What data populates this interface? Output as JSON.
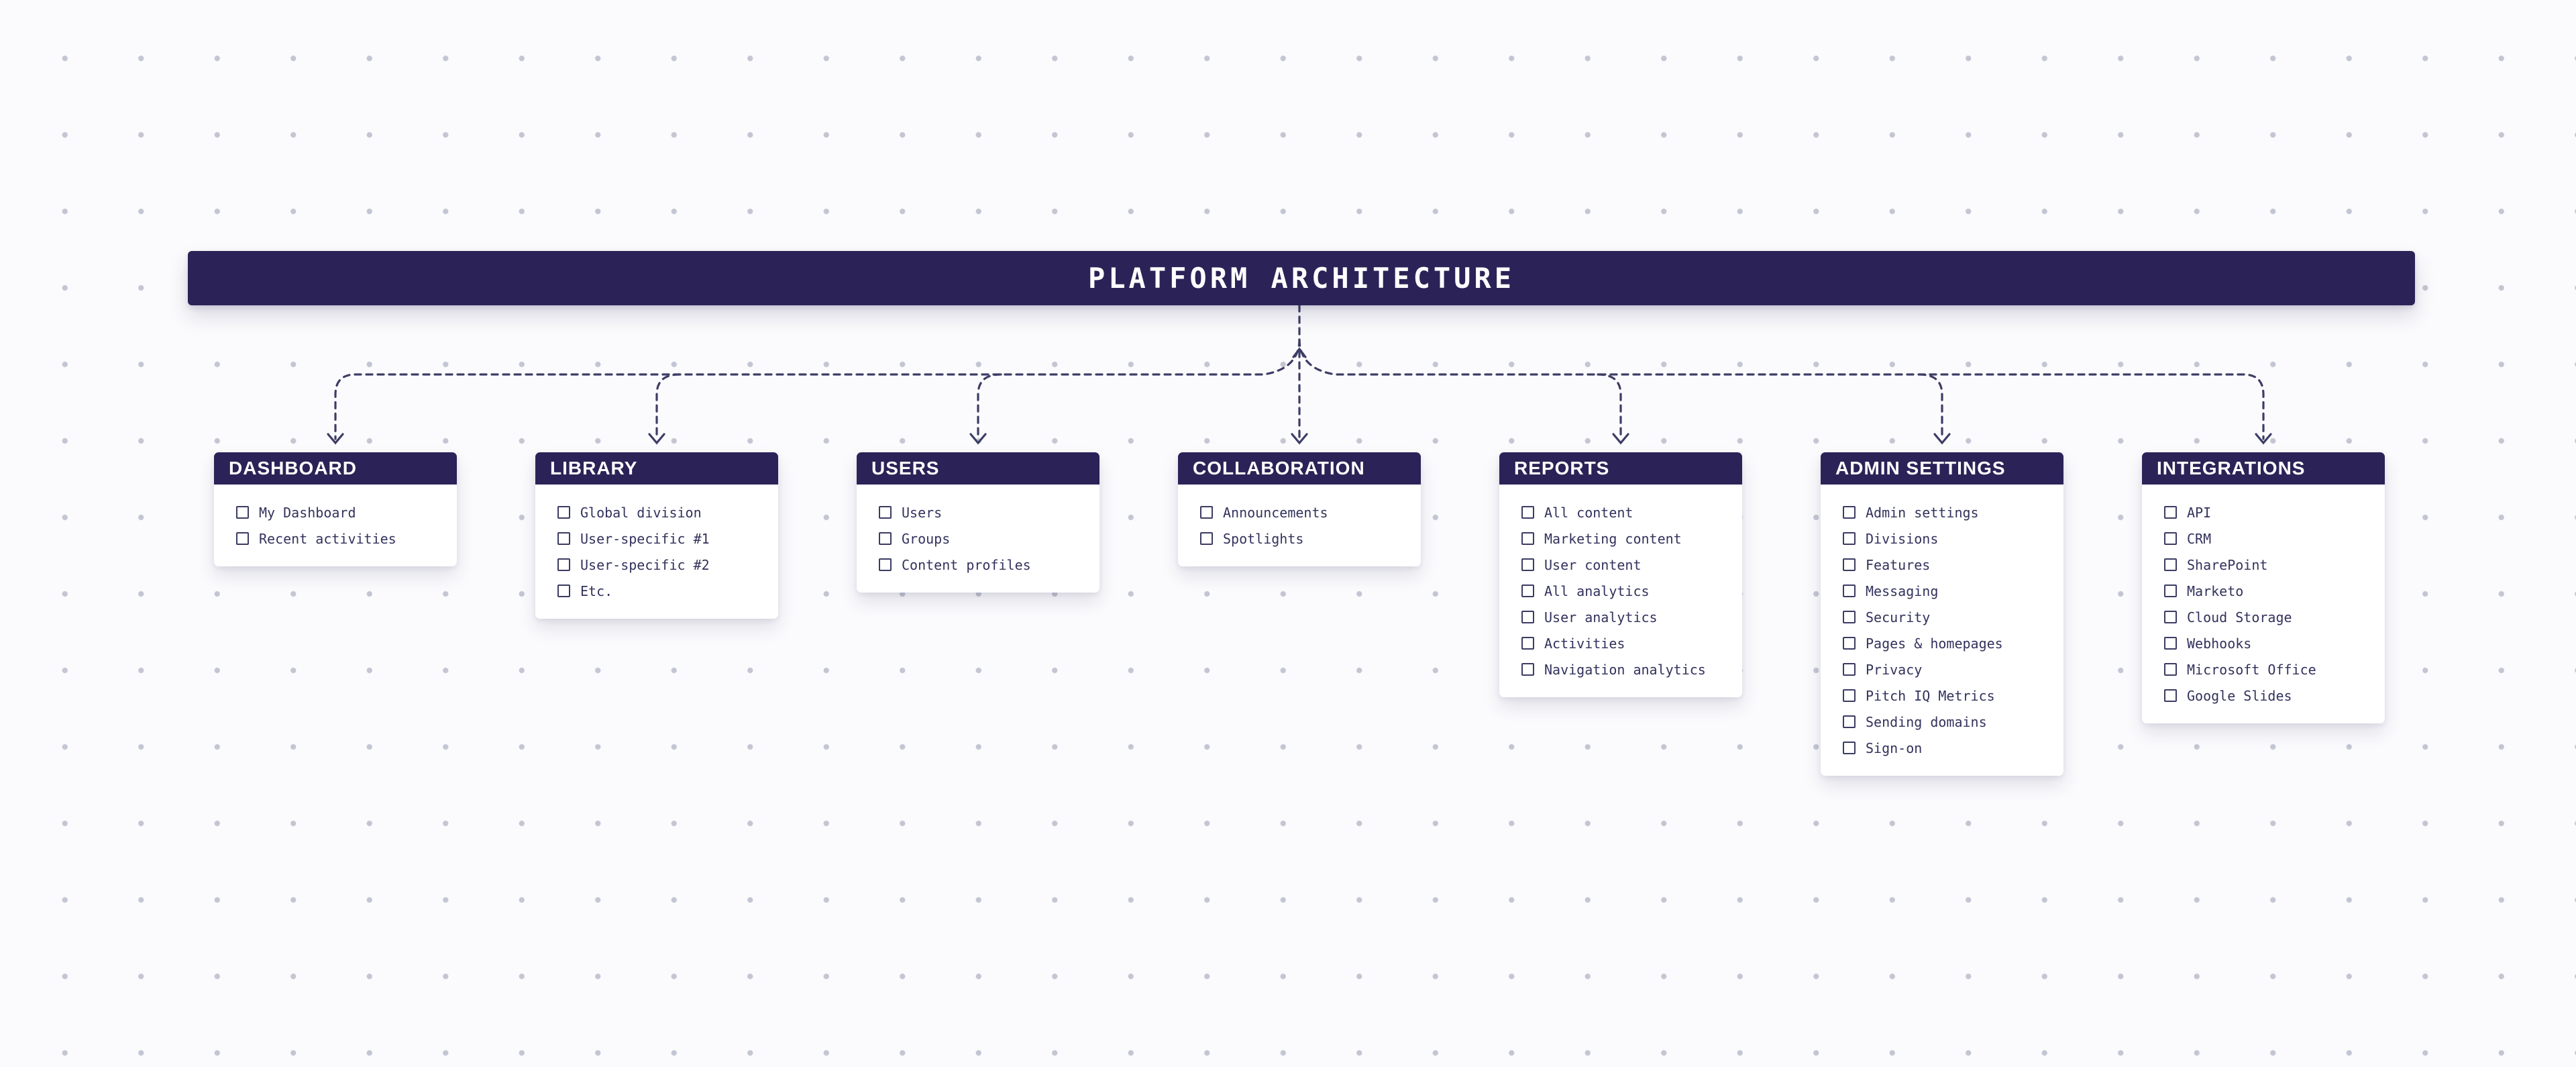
{
  "title": "PLATFORM ARCHITECTURE",
  "colors": {
    "header_navy": "#2b2357",
    "item_text": "#32325d",
    "connector": "#3d3d66",
    "background": "#fbfbfd",
    "dot_grid": "#c3c6d2",
    "card": "#ffffff"
  },
  "chart_data": {
    "type": "table",
    "title": "PLATFORM ARCHITECTURE",
    "root": "PLATFORM ARCHITECTURE",
    "groups": [
      {
        "label": "DASHBOARD",
        "items": [
          "My Dashboard",
          "Recent activities"
        ]
      },
      {
        "label": "LIBRARY",
        "items": [
          "Global division",
          "User-specific #1",
          "User-specific #2",
          "Etc."
        ]
      },
      {
        "label": "USERS",
        "items": [
          "Users",
          "Groups",
          "Content profiles"
        ]
      },
      {
        "label": "COLLABORATION",
        "items": [
          "Announcements",
          "Spotlights"
        ]
      },
      {
        "label": "REPORTS",
        "items": [
          "All content",
          "Marketing content",
          "User content",
          "All analytics",
          "User analytics",
          "Activities",
          "Navigation analytics"
        ]
      },
      {
        "label": "ADMIN SETTINGS",
        "items": [
          "Admin settings",
          "Divisions",
          "Features",
          "Messaging",
          "Security",
          "Pages & homepages",
          "Privacy",
          "Pitch IQ Metrics",
          "Sending domains",
          "Sign-on"
        ]
      },
      {
        "label": "INTEGRATIONS",
        "items": [
          "API",
          "CRM",
          "SharePoint",
          "Marketo",
          "Cloud Storage",
          "Webhooks",
          "Microsoft Office",
          "Google Slides"
        ]
      }
    ],
    "checkbox_state": "unchecked"
  }
}
